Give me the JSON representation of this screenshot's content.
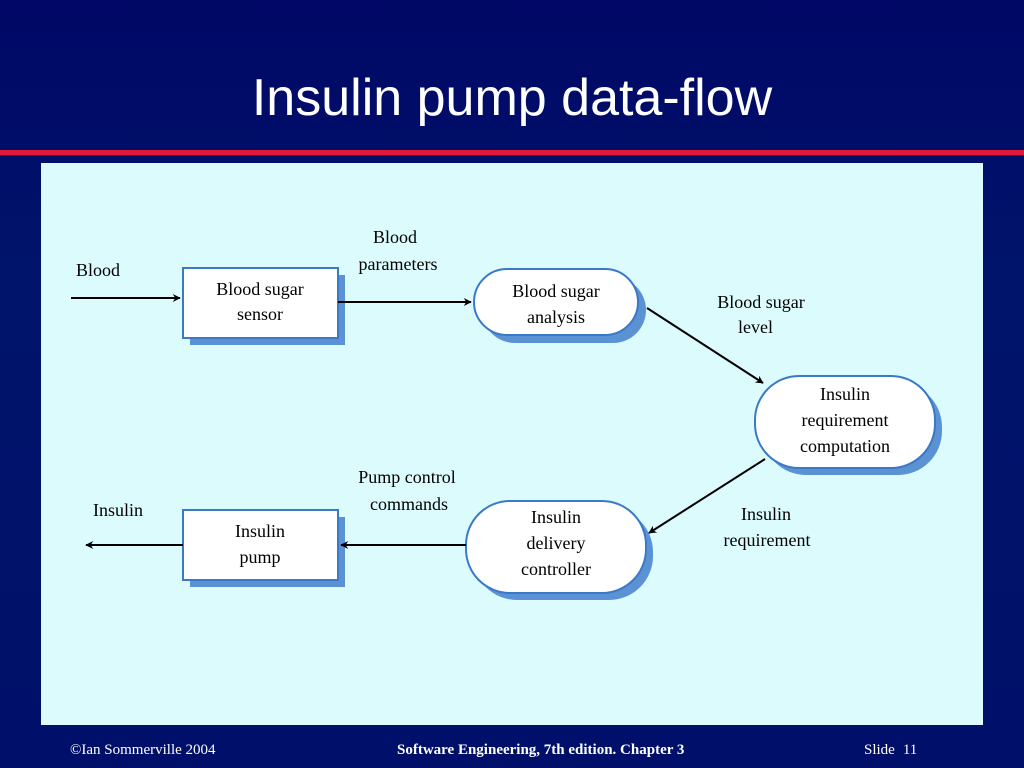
{
  "slide": {
    "title": "Insulin pump data-flow"
  },
  "diagram": {
    "boxes": {
      "sensor": [
        "Blood sugar",
        "sensor"
      ],
      "pump": [
        "Insulin",
        "pump"
      ]
    },
    "processes": {
      "analysis": [
        "Blood sugar",
        "analysis"
      ],
      "computation": [
        "Insulin",
        "requirement",
        "computation"
      ],
      "controller": [
        "Insulin",
        "delivery",
        "controller"
      ]
    },
    "flows": {
      "blood": "Blood",
      "blood_parameters": [
        "Blood",
        "parameters"
      ],
      "blood_sugar_level": [
        "Blood sugar",
        "level"
      ],
      "insulin_requirement": [
        "Insulin",
        "requirement"
      ],
      "pump_control_commands": [
        "Pump control",
        "commands"
      ],
      "insulin": "Insulin"
    }
  },
  "footer": {
    "copyright": "©Ian Sommerville 2004",
    "book": "Software Engineering, 7th edition. Chapter 3",
    "slide_label": "Slide",
    "slide_number": "11"
  }
}
